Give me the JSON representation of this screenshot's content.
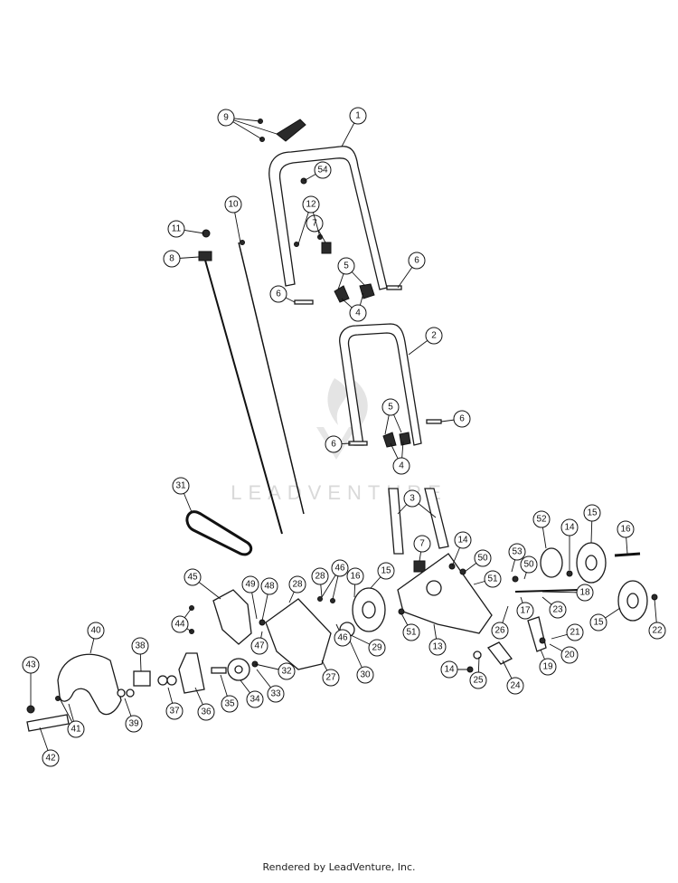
{
  "watermark": {
    "text": "LEADVENTURE"
  },
  "footer": {
    "text": "Rendered by LeadVenture, Inc."
  },
  "callouts": [
    {
      "num": "1"
    },
    {
      "num": "2"
    },
    {
      "num": "3"
    },
    {
      "num": "4"
    },
    {
      "num": "4"
    },
    {
      "num": "5"
    },
    {
      "num": "5"
    },
    {
      "num": "6"
    },
    {
      "num": "6"
    },
    {
      "num": "6"
    },
    {
      "num": "6"
    },
    {
      "num": "7"
    },
    {
      "num": "7"
    },
    {
      "num": "8"
    },
    {
      "num": "9"
    },
    {
      "num": "10"
    },
    {
      "num": "11"
    },
    {
      "num": "12"
    },
    {
      "num": "13"
    },
    {
      "num": "14"
    },
    {
      "num": "14"
    },
    {
      "num": "14"
    },
    {
      "num": "15"
    },
    {
      "num": "15"
    },
    {
      "num": "15"
    },
    {
      "num": "16"
    },
    {
      "num": "16"
    },
    {
      "num": "17"
    },
    {
      "num": "18"
    },
    {
      "num": "19"
    },
    {
      "num": "20"
    },
    {
      "num": "21"
    },
    {
      "num": "22"
    },
    {
      "num": "23"
    },
    {
      "num": "24"
    },
    {
      "num": "25"
    },
    {
      "num": "26"
    },
    {
      "num": "27"
    },
    {
      "num": "28"
    },
    {
      "num": "28"
    },
    {
      "num": "29"
    },
    {
      "num": "30"
    },
    {
      "num": "31"
    },
    {
      "num": "32"
    },
    {
      "num": "33"
    },
    {
      "num": "34"
    },
    {
      "num": "35"
    },
    {
      "num": "36"
    },
    {
      "num": "37"
    },
    {
      "num": "38"
    },
    {
      "num": "39"
    },
    {
      "num": "40"
    },
    {
      "num": "41"
    },
    {
      "num": "42"
    },
    {
      "num": "43"
    },
    {
      "num": "44"
    },
    {
      "num": "45"
    },
    {
      "num": "46"
    },
    {
      "num": "46"
    },
    {
      "num": "47"
    },
    {
      "num": "48"
    },
    {
      "num": "49"
    },
    {
      "num": "50"
    },
    {
      "num": "50"
    },
    {
      "num": "51"
    },
    {
      "num": "51"
    },
    {
      "num": "52"
    },
    {
      "num": "53"
    },
    {
      "num": "54"
    }
  ]
}
